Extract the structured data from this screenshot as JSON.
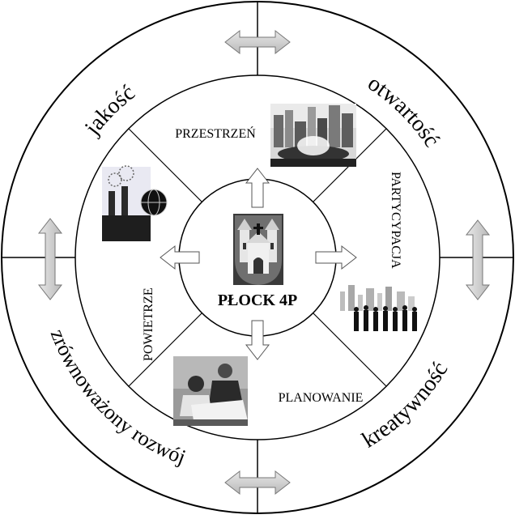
{
  "center": {
    "title": "PŁOCK 4P"
  },
  "inner_labels": {
    "top": "PRZESTRZEŃ",
    "right": "PARTYCYPACJA",
    "bottom": "PLANOWANIE",
    "left": "POWIETRZE"
  },
  "outer_labels": {
    "top_left": "jakość",
    "top_right": "otwartość",
    "bottom_right": "kreatywność",
    "bottom_left": "zrównoważony rozwój"
  },
  "images": {
    "top": "city-skyline-fountain",
    "right": "crowd-silhouettes-city",
    "bottom": "business-people-planning",
    "left": "factory-pollution-globe",
    "center": "plock-coat-of-arms"
  }
}
